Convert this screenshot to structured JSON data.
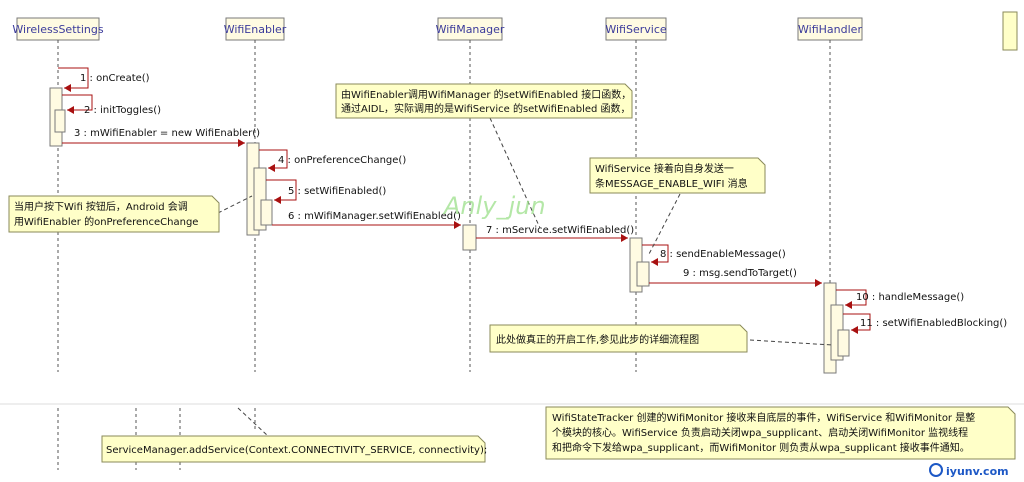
{
  "lifelines": [
    {
      "id": "ws",
      "label": "WirelessSettings"
    },
    {
      "id": "we",
      "label": "WifiEnabler"
    },
    {
      "id": "wm",
      "label": "WifiManager"
    },
    {
      "id": "wsv",
      "label": "WifiService"
    },
    {
      "id": "wh",
      "label": "WifiHandler"
    }
  ],
  "messages": [
    {
      "id": "m1",
      "label": "1 : onCreate()"
    },
    {
      "id": "m2",
      "label": "2 : initToggles()"
    },
    {
      "id": "m3",
      "label": "3 : mWifiEnabler = new WifiEnabler()"
    },
    {
      "id": "m4",
      "label": "4 : onPreferenceChange()"
    },
    {
      "id": "m5",
      "label": "5 : setWifiEnabled()"
    },
    {
      "id": "m6",
      "label": "6 : mWifiManager.setWifiEnabled()"
    },
    {
      "id": "m7",
      "label": "7 : mService.setWifiEnabled()"
    },
    {
      "id": "m8",
      "label": "8 : sendEnableMessage()"
    },
    {
      "id": "m9",
      "label": "9 : msg.sendToTarget()"
    },
    {
      "id": "m10",
      "label": "10 : handleMessage()"
    },
    {
      "id": "m11",
      "label": "11 : setWifiEnabledBlocking()"
    }
  ],
  "notes": {
    "aidl": {
      "line1": "由WifiEnabler调用WifiManager 的setWifiEnabled 接口函数，",
      "line2": "通过AIDL，实际调用的是WifiService 的setWifiEnabled 函数，"
    },
    "send": {
      "line1": "WifiService 接着向自身发送一",
      "line2": "条MESSAGE_ENABLE_WIFI 消息"
    },
    "press": {
      "line1": "当用户按下Wifi 按钮后，Android 会调",
      "line2": "用WifiEnabler 的onPreferenceChange"
    },
    "real": {
      "line1": "此处做真正的开启工作,参见此步的详细流程图"
    },
    "service_manager": {
      "line1": "ServiceManager.addService(Context.CONNECTIVITY_SERVICE, connectivity);"
    },
    "monitor": {
      "line1": "WifiStateTracker 创建的WifiMonitor 接收来自底层的事件，WifiService 和WifiMonitor 是整",
      "line2": "个模块的核心。WifiService 负责启动关闭wpa_supplicant、启动关闭WifiMonitor 监视线程",
      "line3": "和把命令下发给wpa_supplicant，而WifiMonitor 则负责从wpa_supplicant 接收事件通知。"
    }
  },
  "watermark": "Anly_jun",
  "site_watermark": "iyunv.com",
  "colors": {
    "lifeline_box": "#fffbe2",
    "lifeline_border": "#7a7a7a",
    "activation": "#fffbe2",
    "message": "#a81010",
    "note_fill": "#ffffc8",
    "note_border": "#8a8a5a",
    "label": "#3b3b9b"
  }
}
